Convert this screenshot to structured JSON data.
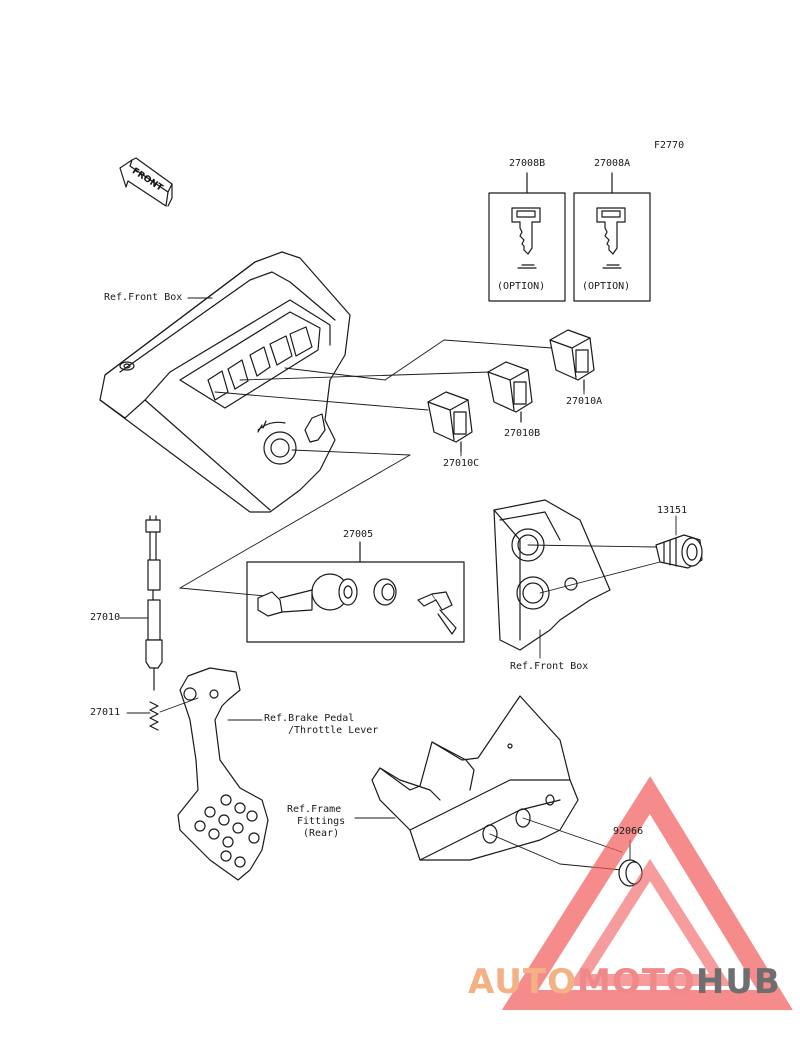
{
  "figure_code": "F2770",
  "front_label": "FRONT",
  "parts": {
    "key_b": "27008B",
    "key_a": "27008A",
    "option_b": "(OPTION)",
    "option_a": "(OPTION)",
    "ref_front_box_top": "Ref.Front Box",
    "switch_a": "27010A",
    "switch_b": "27010B",
    "switch_c": "27010C",
    "ignition_switch": "27005",
    "socket": "13151",
    "ref_front_box_bottom": "Ref.Front Box",
    "brake_switch": "27010",
    "spring": "27011",
    "ref_brake_pedal_1": "Ref.Brake Pedal",
    "ref_brake_pedal_2": "/Throttle Lever",
    "ref_frame_1": "Ref.Frame",
    "ref_frame_2": "Fittings",
    "ref_frame_3": "(Rear)",
    "plug": "92066"
  },
  "watermark": {
    "part1": "AUTO",
    "part2": "MOTO",
    "part3": "HUB",
    "colors": {
      "auto": "#f4b183",
      "moto": "#f08a8a",
      "hub": "#6e6e6e",
      "triangle": "#f15a5a"
    }
  }
}
